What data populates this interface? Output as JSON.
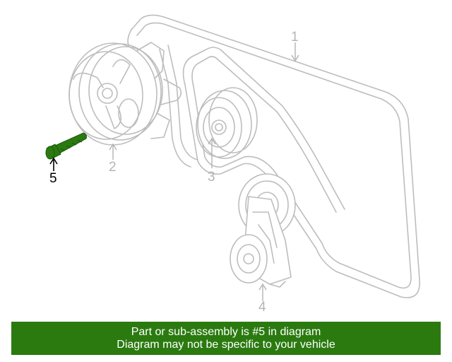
{
  "callouts": [
    "1",
    "2",
    "3",
    "4",
    "5"
  ],
  "highlighted_part": "5",
  "banner": {
    "line1": "Part or sub-assembly is #5 in diagram",
    "line2": "Diagram may not be specific to your vehicle"
  },
  "colors": {
    "banner_bg": "#2b7a10",
    "banner_text": "#ffffff",
    "highlight_part": "#2b7a10",
    "line_art": "#bdbdbd"
  }
}
